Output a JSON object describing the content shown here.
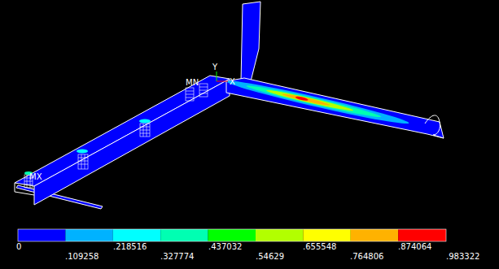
{
  "diagram": {
    "labels": [
      "Y",
      "X",
      "MN",
      "MX",
      "0",
      ".109258",
      ".218516",
      ".327774",
      ".437032",
      ".54629",
      ".655548",
      ".764806",
      ".874064",
      ".983322"
    ]
  }
}
